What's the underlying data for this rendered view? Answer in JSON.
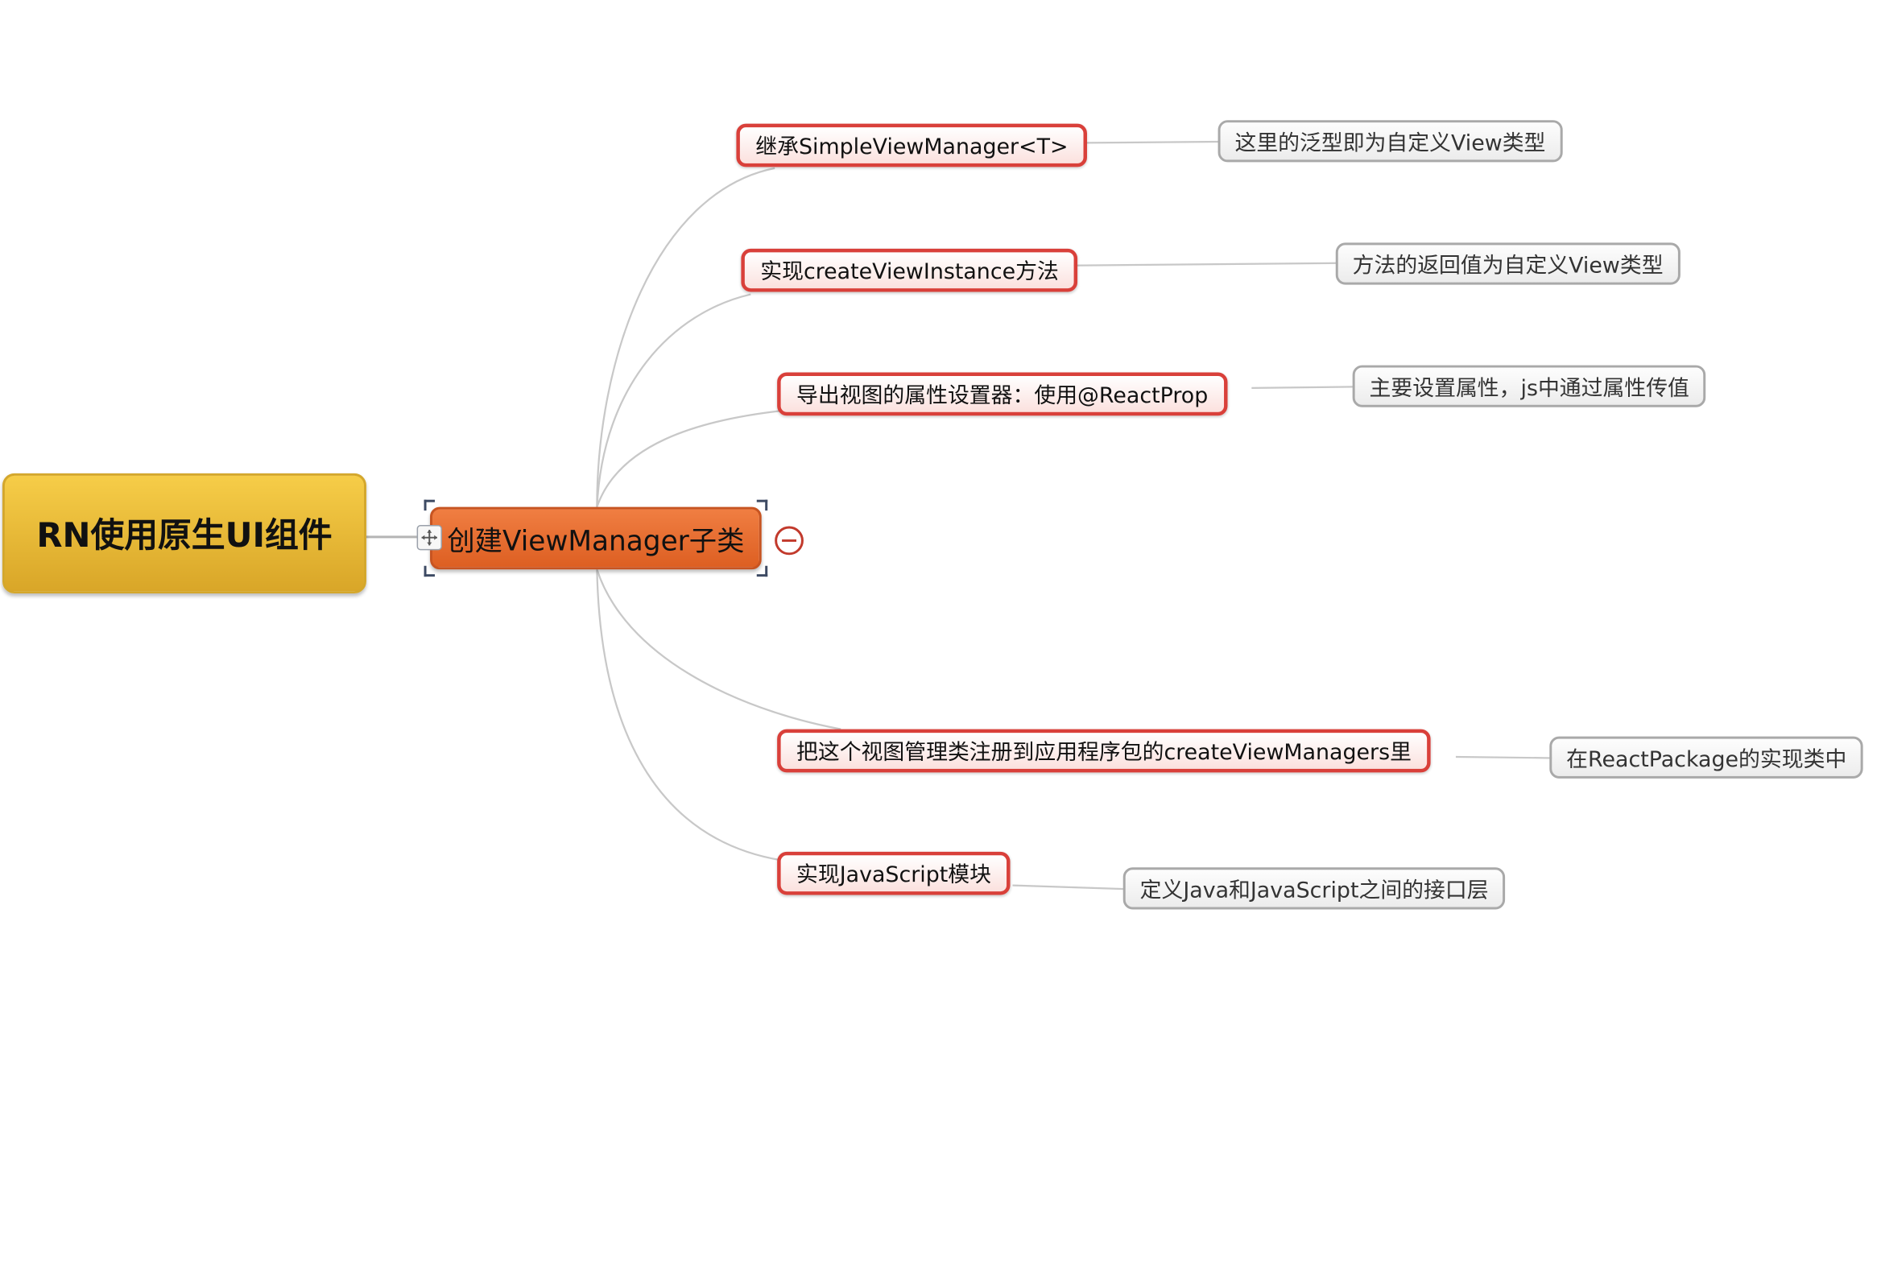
{
  "root": {
    "label": "RN使用原生UI组件"
  },
  "main_topic": {
    "label": "创建ViewManager子类"
  },
  "subtopics": [
    {
      "label": "继承SimpleViewManager<T>",
      "note": "这里的泛型即为自定义View类型"
    },
    {
      "label": "实现createViewInstance方法",
      "note": "方法的返回值为自定义View类型"
    },
    {
      "label": "导出视图的属性设置器：使用@ReactProp",
      "note": "主要设置属性，js中通过属性传值"
    },
    {
      "label": "把这个视图管理类注册到应用程序包的createViewManagers里",
      "note": "在ReactPackage的实现类中"
    },
    {
      "label": "实现JavaScript模块",
      "note": "定义Java和JavaScript之间的接口层"
    }
  ],
  "colors": {
    "root_fill": "#f3c640",
    "main_topic_fill": "#e8692e",
    "subtopic_border": "#d9403a",
    "note_border": "#a9a9a9",
    "connector": "#c8c8c8"
  }
}
